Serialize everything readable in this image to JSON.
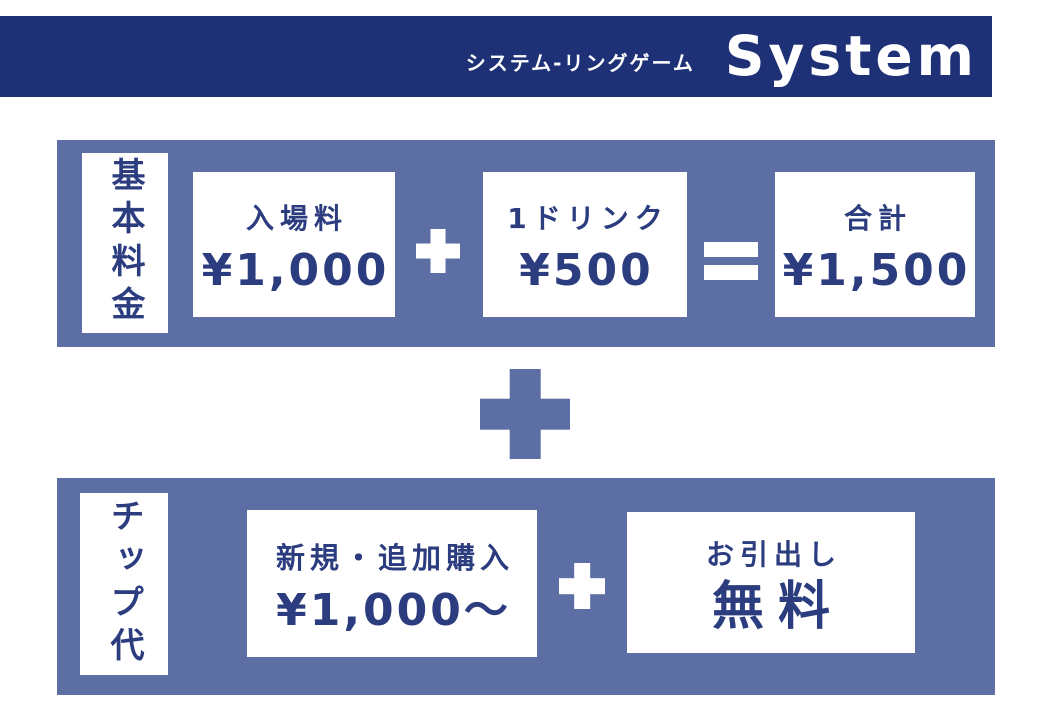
{
  "header": {
    "subtitle": "システム-リングゲーム",
    "title": "System"
  },
  "sections": [
    {
      "label": "基本料金",
      "items": [
        {
          "name": "入場料",
          "value": "¥1,000"
        },
        {
          "name": "1ドリンク",
          "value": "¥500"
        },
        {
          "name": "合計",
          "value": "¥1,500"
        }
      ],
      "operators": [
        "+",
        "="
      ]
    },
    {
      "label": "チップ代",
      "items": [
        {
          "name": "新規・追加購入",
          "value": "¥1,000〜"
        },
        {
          "name": "お引出し",
          "value": "無料"
        }
      ],
      "operators": [
        "+"
      ]
    }
  ],
  "section_connector": "+",
  "colors": {
    "header_navy": "#1f3176",
    "band_slate": "#5c6ea4",
    "text_navy": "#2b3c7f",
    "background": "#ffffff"
  }
}
